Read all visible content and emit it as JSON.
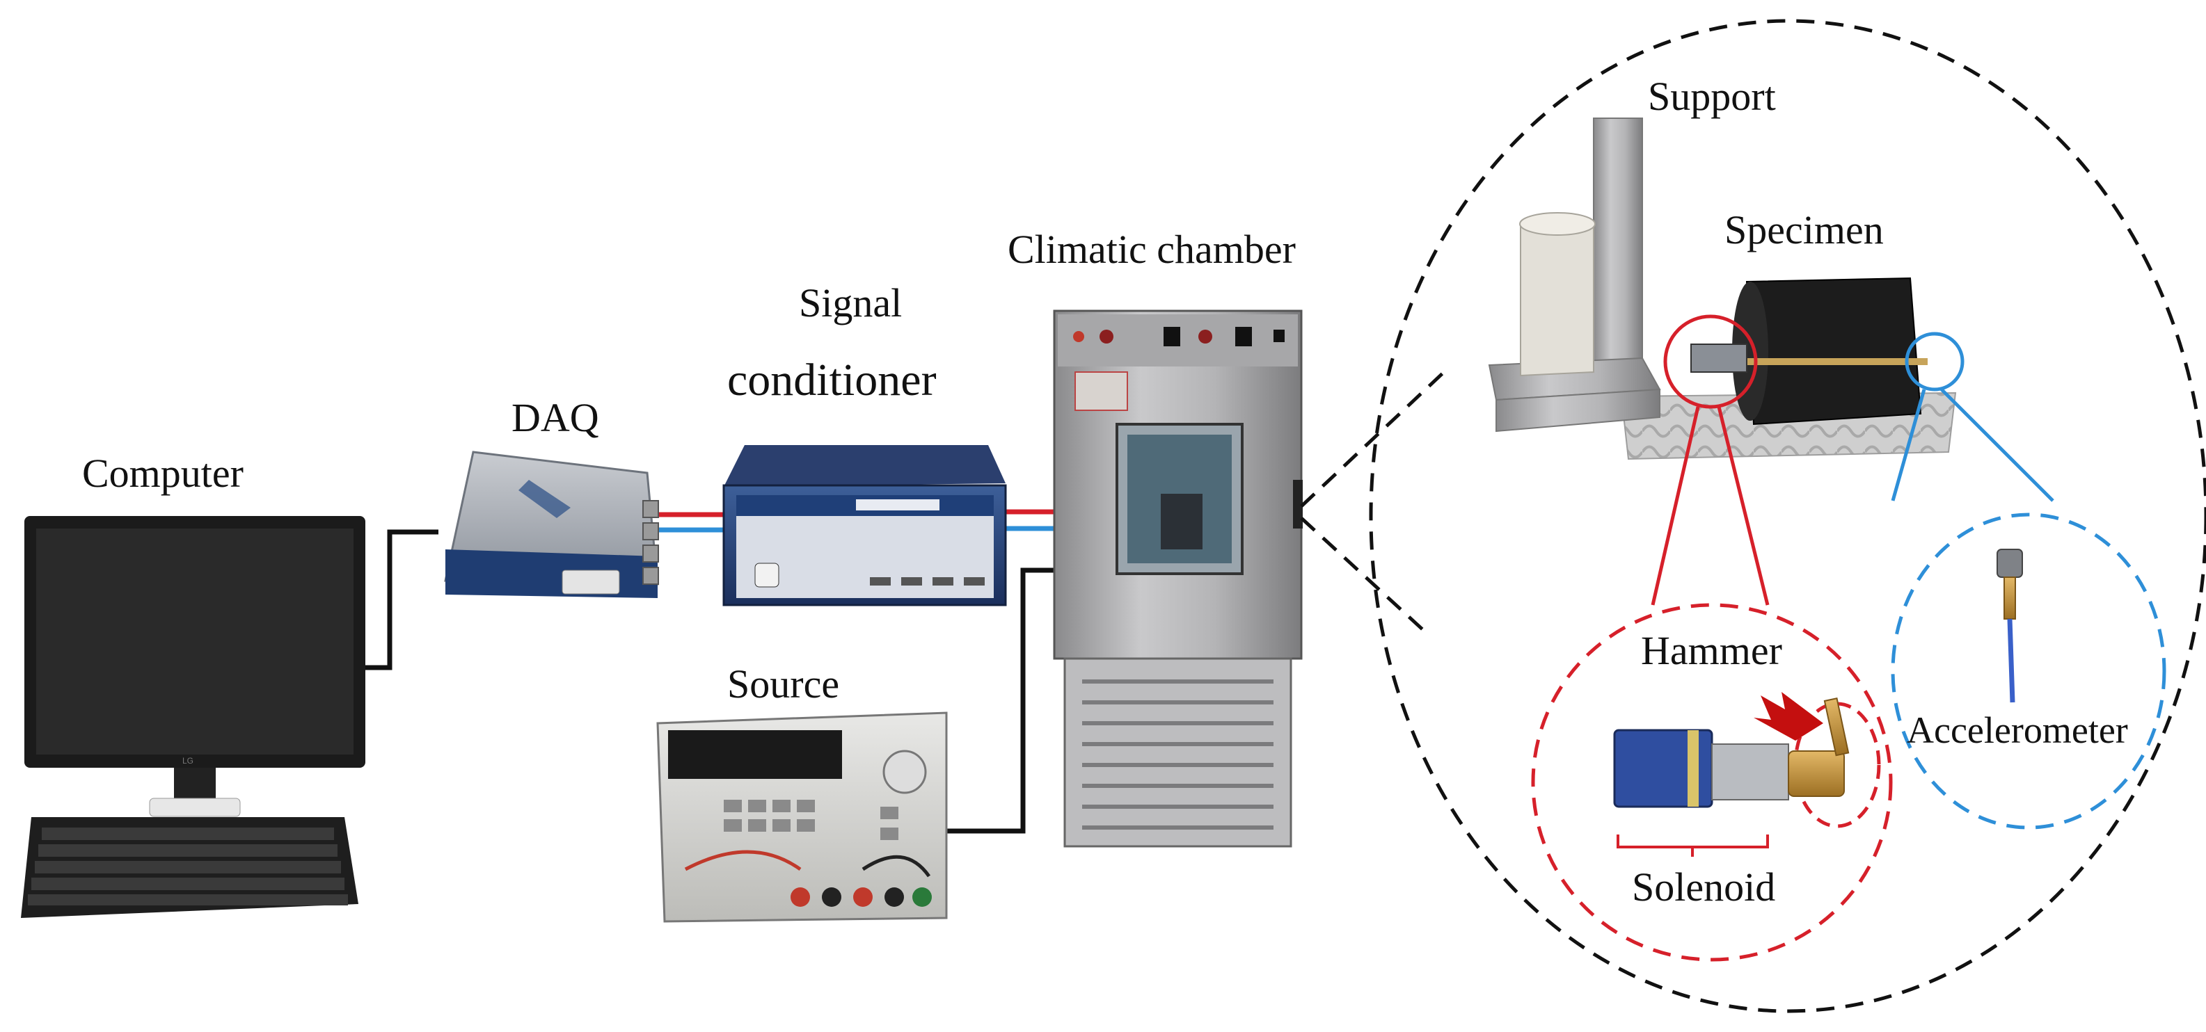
{
  "labels": {
    "computer": "Computer",
    "daq": "DAQ",
    "signal_conditioner_line1": "Signal",
    "signal_conditioner_line2": "conditioner",
    "climatic_chamber": "Climatic chamber",
    "source": "Source",
    "support": "Support",
    "specimen": "Specimen",
    "hammer": "Hammer",
    "solenoid": "Solenoid",
    "accelerometer": "Accelerometer"
  },
  "colors": {
    "signal_red": "#d6202a",
    "signal_blue": "#2e8fd8",
    "hammer_circle": "#d6202a",
    "accelerometer_circle": "#2e8fd8",
    "zoom_outline": "#111111"
  }
}
